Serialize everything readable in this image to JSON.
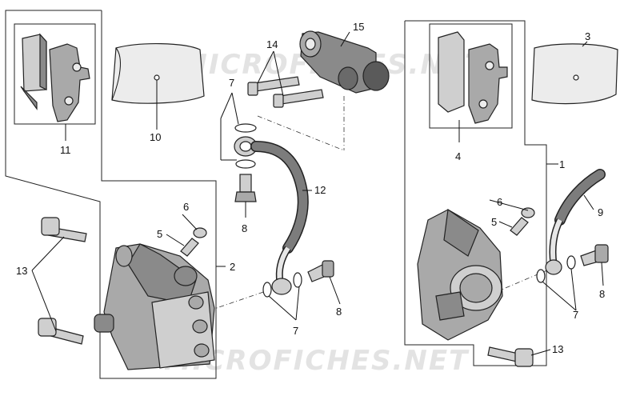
{
  "watermark": {
    "top": "MICROFICHES.NET",
    "bottom": "MICROFICHES.NET"
  },
  "callouts": {
    "c1": "1",
    "c2": "2",
    "c3": "3",
    "c4": "4",
    "c5_left": "5",
    "c5_right": "5",
    "c6_left": "6",
    "c6_right": "6",
    "c7_top": "7",
    "c7_bottom_left": "7",
    "c7_bottom_right": "7",
    "c8_left_bolt": "8",
    "c8_mid": "8",
    "c8_right": "8",
    "c9": "9",
    "c10": "10",
    "c11": "11",
    "c12": "12",
    "c13_left": "13",
    "c13_right": "13",
    "c14": "14",
    "c15": "15"
  }
}
